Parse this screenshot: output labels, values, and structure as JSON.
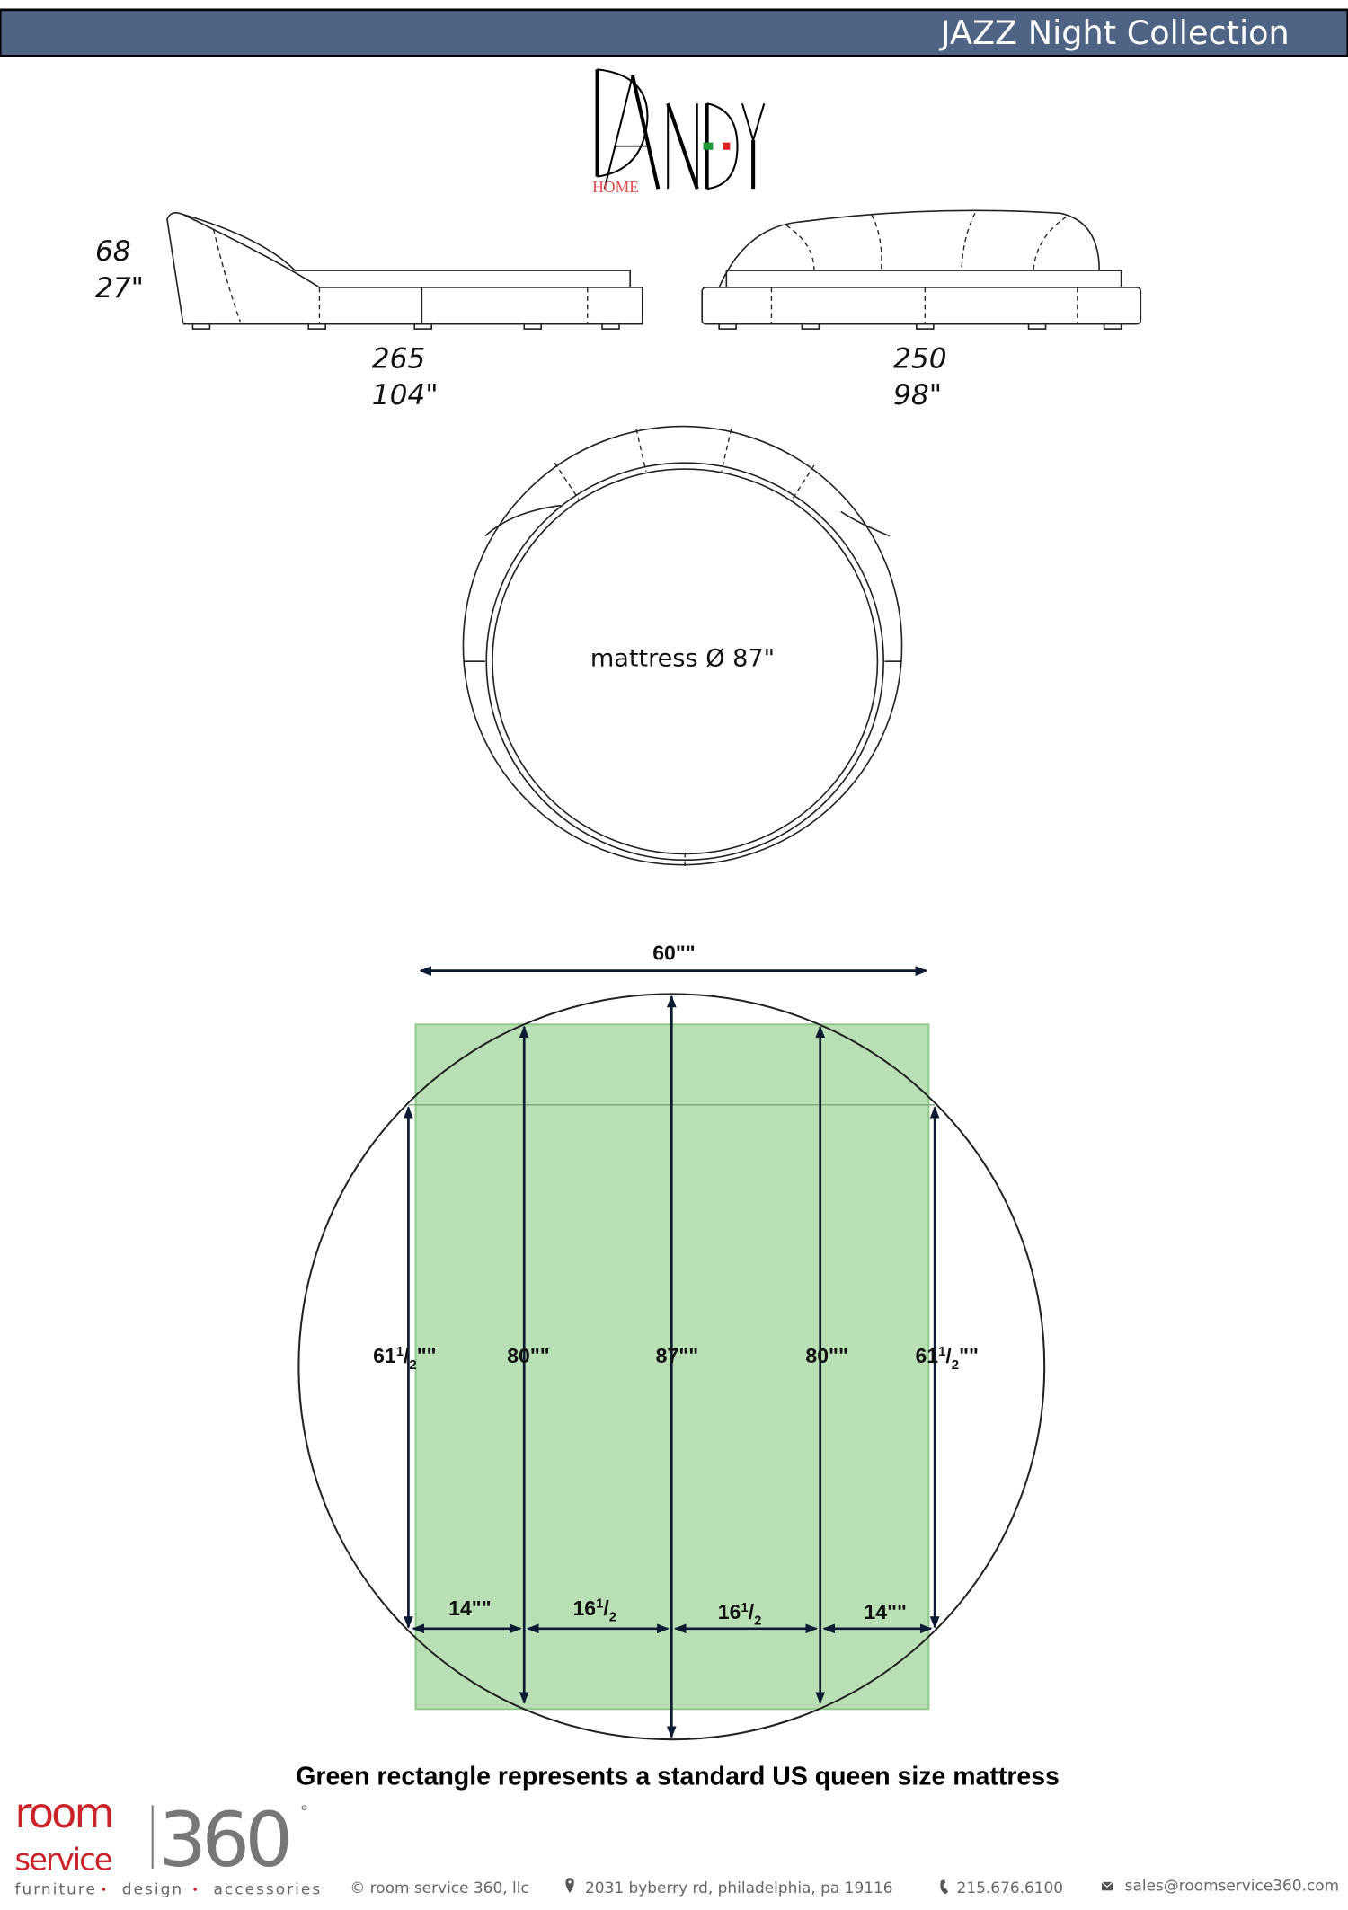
{
  "header": {
    "title": "JAZZ Night Collection",
    "bar_color": "#4f6384"
  },
  "brand_logo": {
    "text": "DANDY",
    "subtext": "HOME"
  },
  "side_view": {
    "height_cm": "68",
    "height_in": "27\"",
    "length_cm": "265",
    "length_in": "104\""
  },
  "front_view": {
    "width_cm": "250",
    "width_in": "98\""
  },
  "top_view": {
    "mattress_label": "mattress Ø 87\""
  },
  "queen_diagram": {
    "rect_color": "#b9e0b5",
    "top_width": "60\"\"",
    "heights": [
      {
        "whole": "61",
        "num": "1",
        "den": "2",
        "unit": "\"\""
      },
      {
        "whole": "80\"\""
      },
      {
        "whole": "87\"\""
      },
      {
        "whole": "80\"\""
      },
      {
        "whole": "61",
        "num": "1",
        "den": "2",
        "unit": "\"\""
      }
    ],
    "widths": [
      {
        "whole": "14\"\""
      },
      {
        "whole": "16",
        "num": "1",
        "den": "2"
      },
      {
        "whole": "16",
        "num": "1",
        "den": "2"
      },
      {
        "whole": "14\"\""
      }
    ],
    "caption": "Green rectangle represents a standard US queen size mattress"
  },
  "footer": {
    "logo": {
      "line1": "room",
      "line2": "service",
      "number": "360",
      "degree": "°"
    },
    "tagline": [
      "furniture",
      "design",
      "accessories"
    ],
    "copyright": "© room service 360, llc",
    "address": "2031 byberry rd, philadelphia, pa 19116",
    "phone": "215.676.6100",
    "email": "sales@roomservice360.com"
  }
}
